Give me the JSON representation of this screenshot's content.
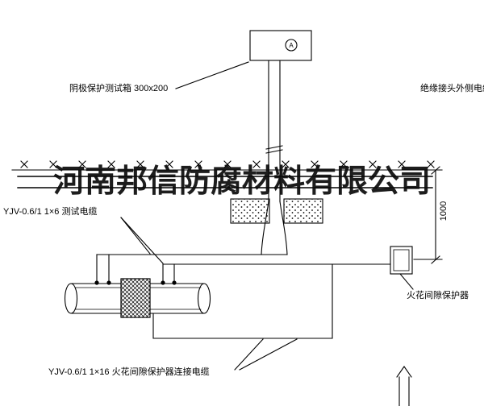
{
  "watermark": {
    "text": "河南邦信防腐材料有限公司"
  },
  "labels": {
    "test_box": "阴极保护测试箱 300x200",
    "insulated_joint_cable": "绝缘接头外侧电缆",
    "test_cable": "YJV-0.6/1 1×6  测试电缆",
    "spark_gap_protector": "火花间隙保护器",
    "connection_cable": "YJV-0.6/1 1×16  火花间隙保护器连接电缆"
  },
  "dimension": {
    "value": "1000"
  },
  "symbols": {
    "test_box_letter": "A"
  },
  "colors": {
    "line": "#000000",
    "background": "#ffffff"
  }
}
